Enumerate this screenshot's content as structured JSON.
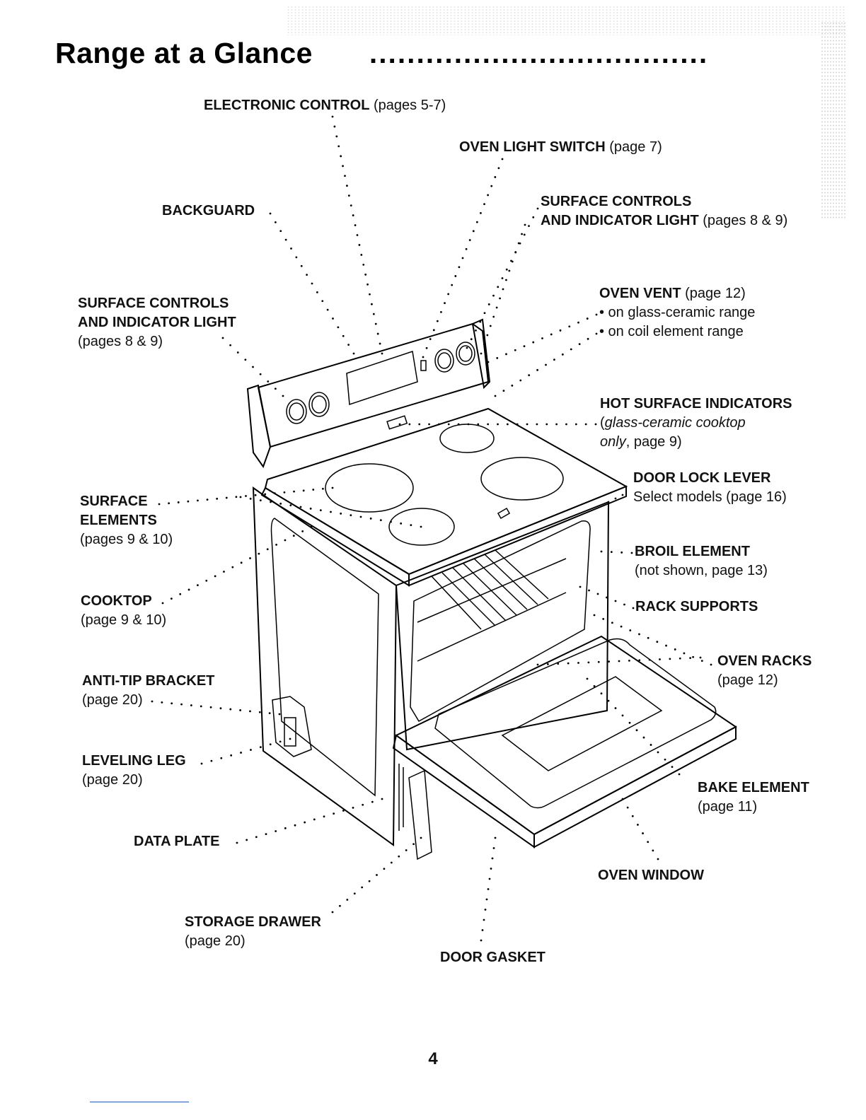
{
  "page": {
    "title": "Range at a Glance",
    "title_leader": "....................................",
    "page_number": "4"
  },
  "callouts": {
    "electronic_control": {
      "name": "ELECTRONIC CONTROL",
      "ref": "(pages 5-7)"
    },
    "oven_light_switch": {
      "name": "OVEN LIGHT SWITCH",
      "ref": "(page 7)"
    },
    "backguard": {
      "name": "BACKGUARD"
    },
    "surface_controls_right": {
      "line1": "SURFACE CONTROLS",
      "line2": "AND INDICATOR LIGHT",
      "ref": "(pages 8 & 9)"
    },
    "surface_controls_left": {
      "line1": "SURFACE CONTROLS",
      "line2": "AND INDICATOR LIGHT",
      "ref": "(pages 8 & 9)"
    },
    "oven_vent": {
      "name": "OVEN VENT",
      "ref": "(page 12)",
      "bullets": [
        "• on glass-ceramic range",
        "• on coil element range"
      ]
    },
    "hot_surface_indicators": {
      "name": "HOT SURFACE INDICATORS",
      "italic1": "glass-ceramic cooktop",
      "italic2": "only",
      "ref": ", page 9)",
      "open": "("
    },
    "door_lock_lever": {
      "name": "DOOR LOCK LEVER",
      "ref": "Select models (page 16)"
    },
    "surface_elements": {
      "line1": "SURFACE",
      "line2": "ELEMENTS",
      "ref": "(pages 9 & 10)"
    },
    "broil_element": {
      "name": "BROIL ELEMENT",
      "ref": "(not shown, page 13)"
    },
    "cooktop": {
      "name": "COOKTOP",
      "ref": "(page 9 & 10)"
    },
    "rack_supports": {
      "name": "RACK SUPPORTS"
    },
    "oven_racks": {
      "name": "OVEN RACKS",
      "ref": "(page 12)"
    },
    "anti_tip_bracket": {
      "name": "ANTI-TIP BRACKET",
      "ref": "(page 20)"
    },
    "leveling_leg": {
      "name": "LEVELING LEG",
      "ref": "(page 20)"
    },
    "bake_element": {
      "name": "BAKE ELEMENT",
      "ref": "(page 11)"
    },
    "data_plate": {
      "name": "DATA PLATE"
    },
    "oven_window": {
      "name": "OVEN WINDOW"
    },
    "storage_drawer": {
      "name": "STORAGE DRAWER",
      "ref": "(page 20)"
    },
    "door_gasket": {
      "name": "DOOR GASKET"
    }
  }
}
